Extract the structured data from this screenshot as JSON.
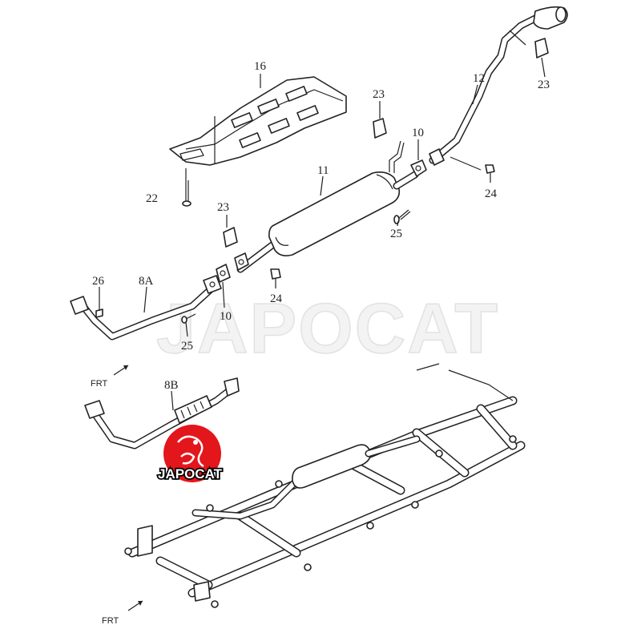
{
  "watermark": {
    "text": "JAPOCAT"
  },
  "logo": {
    "text": "JAPOCAT",
    "color": "#e3161c"
  },
  "direction_labels": {
    "upper": "FRT",
    "lower": "FRT"
  },
  "callouts": [
    {
      "id": "16",
      "text": "16"
    },
    {
      "id": "23a",
      "text": "23"
    },
    {
      "id": "12",
      "text": "12"
    },
    {
      "id": "23b",
      "text": "23"
    },
    {
      "id": "10a",
      "text": "10"
    },
    {
      "id": "11",
      "text": "11"
    },
    {
      "id": "22",
      "text": "22"
    },
    {
      "id": "23c",
      "text": "23"
    },
    {
      "id": "24a",
      "text": "24"
    },
    {
      "id": "25a",
      "text": "25"
    },
    {
      "id": "26",
      "text": "26"
    },
    {
      "id": "8A",
      "text": "8A"
    },
    {
      "id": "24b",
      "text": "24"
    },
    {
      "id": "10b",
      "text": "10"
    },
    {
      "id": "25b",
      "text": "25"
    },
    {
      "id": "8B",
      "text": "8B"
    }
  ]
}
